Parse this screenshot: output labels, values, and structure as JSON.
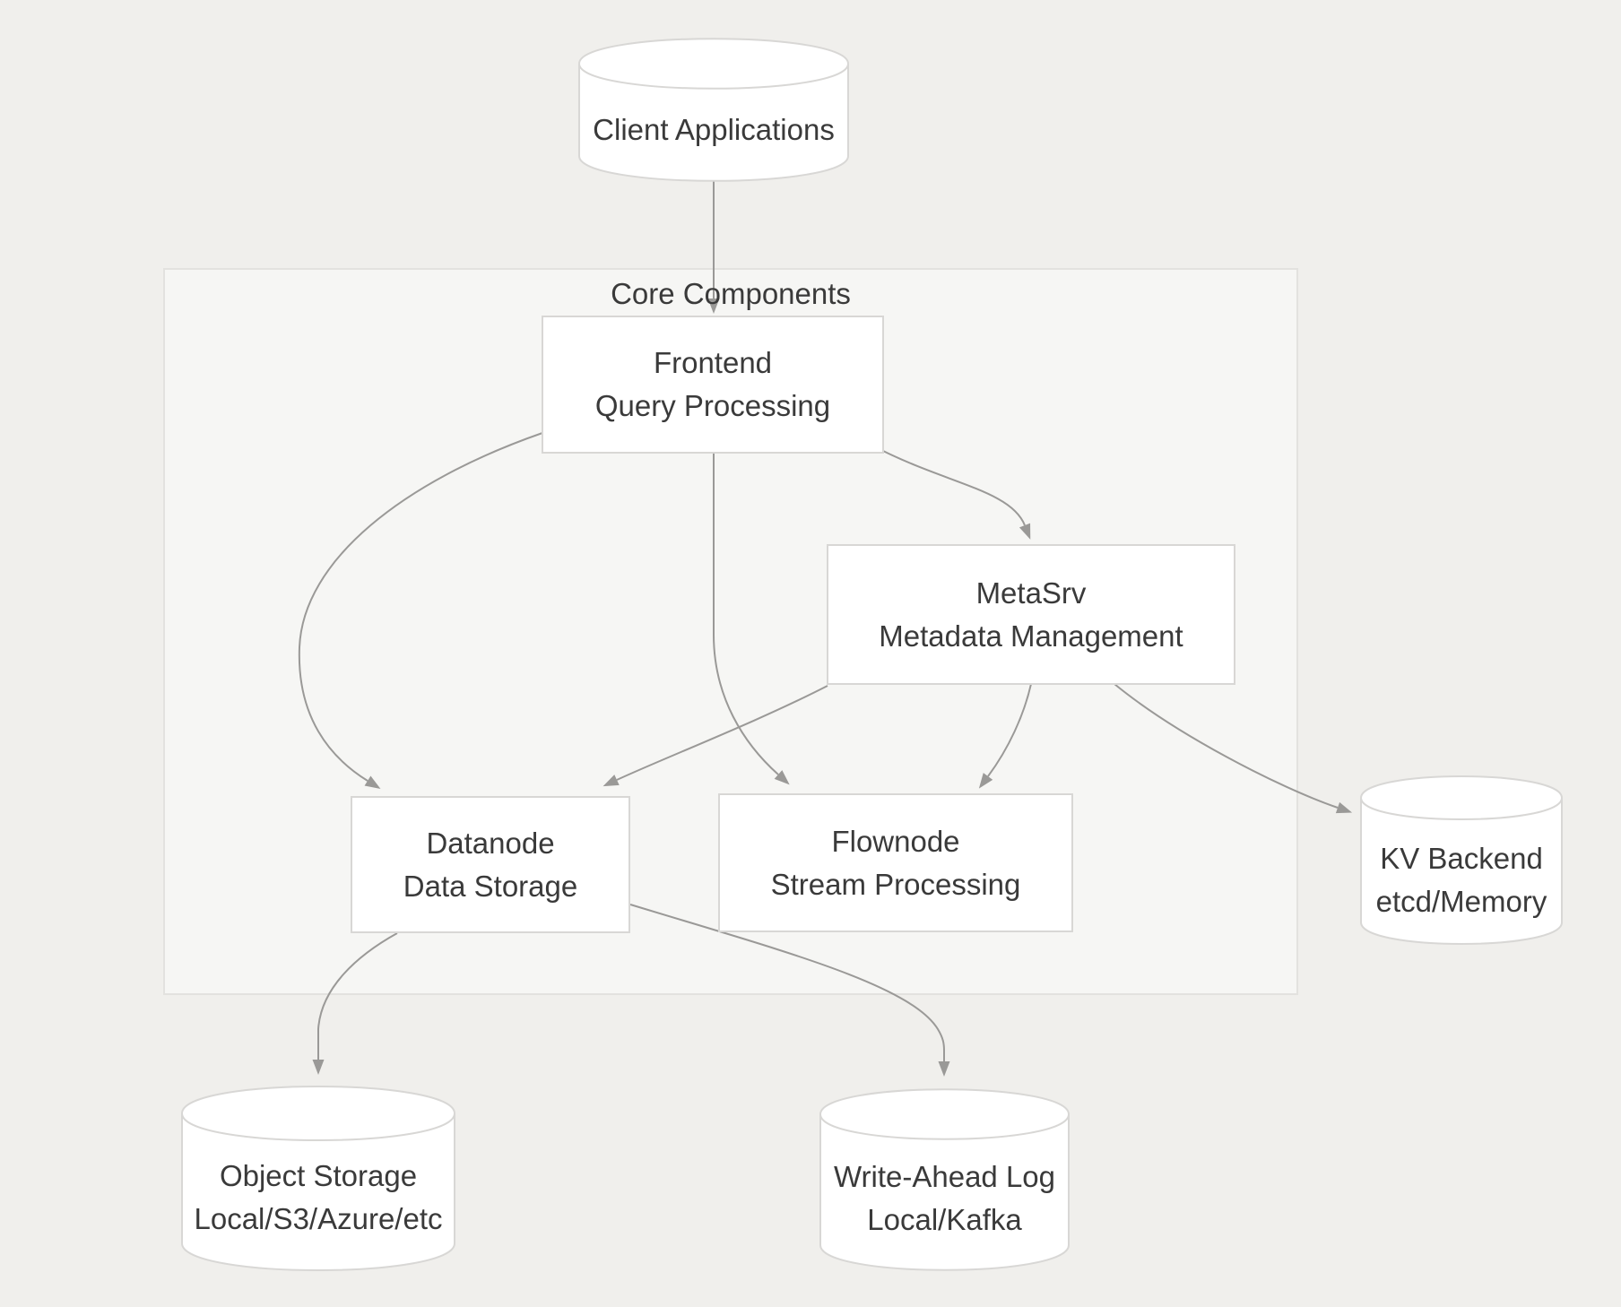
{
  "colors": {
    "page_bg": "#f0efec",
    "group_bg": "#f6f6f4",
    "group_border": "#e3e2df",
    "node_bg": "#ffffff",
    "node_border": "#d8d7d5",
    "edge": "#9a9997",
    "text": "#3a3a3a"
  },
  "group": {
    "label": "Core Components"
  },
  "nodes": {
    "client": {
      "shape": "cylinder",
      "lines": [
        "Client Applications"
      ]
    },
    "frontend": {
      "shape": "rect",
      "lines": [
        "Frontend",
        "Query Processing"
      ]
    },
    "metasrv": {
      "shape": "rect",
      "lines": [
        "MetaSrv",
        "Metadata Management"
      ]
    },
    "datanode": {
      "shape": "rect",
      "lines": [
        "Datanode",
        "Data Storage"
      ]
    },
    "flownode": {
      "shape": "rect",
      "lines": [
        "Flownode",
        "Stream Processing"
      ]
    },
    "kv": {
      "shape": "cylinder",
      "lines": [
        "KV Backend",
        "etcd/Memory"
      ]
    },
    "objstore": {
      "shape": "cylinder",
      "lines": [
        "Object Storage",
        "Local/S3/Azure/etc"
      ]
    },
    "wal": {
      "shape": "cylinder",
      "lines": [
        "Write-Ahead Log",
        "Local/Kafka"
      ]
    }
  },
  "edges": [
    {
      "from": "client",
      "to": "frontend"
    },
    {
      "from": "frontend",
      "to": "datanode"
    },
    {
      "from": "frontend",
      "to": "metasrv"
    },
    {
      "from": "frontend",
      "to": "flownode"
    },
    {
      "from": "metasrv",
      "to": "datanode"
    },
    {
      "from": "metasrv",
      "to": "flownode"
    },
    {
      "from": "metasrv",
      "to": "kv"
    },
    {
      "from": "datanode",
      "to": "objstore"
    },
    {
      "from": "datanode",
      "to": "wal"
    }
  ]
}
